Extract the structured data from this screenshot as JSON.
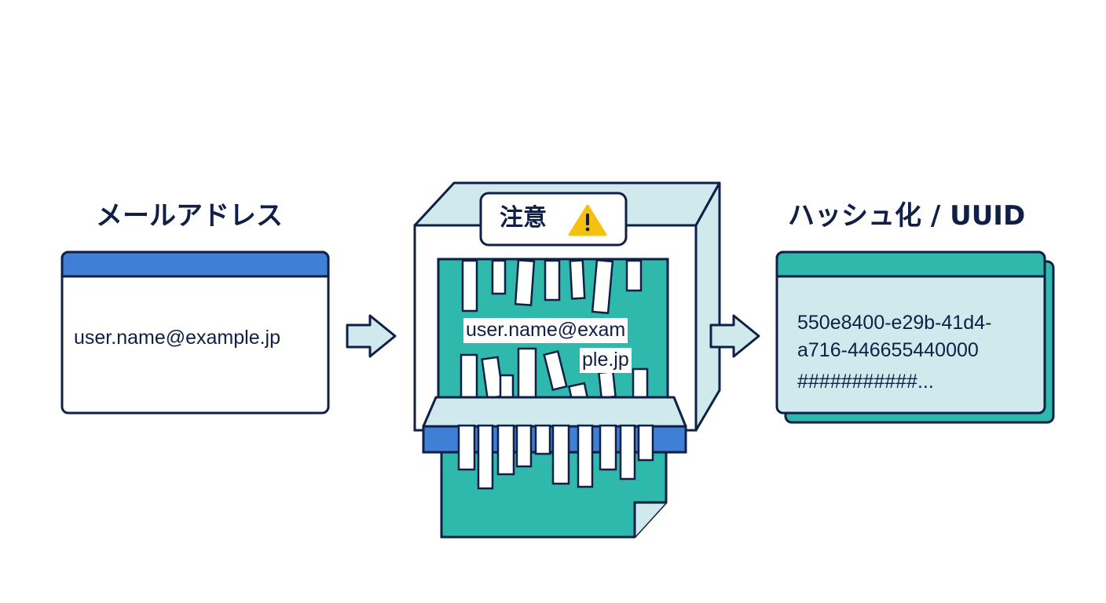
{
  "left": {
    "heading": "メールアドレス",
    "value": "user.name@example.jp"
  },
  "shredder": {
    "label": "注意",
    "warning_icon": "warning-icon",
    "text_line_1": "user.name@exam",
    "text_line_2": "ple.jp"
  },
  "right": {
    "heading": "ハッシュ化 / UUID",
    "line_1": "550e8400-e29b-41d4-",
    "line_2": "a716-446655440000",
    "line_3": "###########..."
  },
  "colors": {
    "navy": "#0f1f45",
    "blue": "#3f7fd6",
    "teal": "#2fb9ad",
    "light_teal": "#cfe9ec",
    "warning": "#f4c20d"
  }
}
